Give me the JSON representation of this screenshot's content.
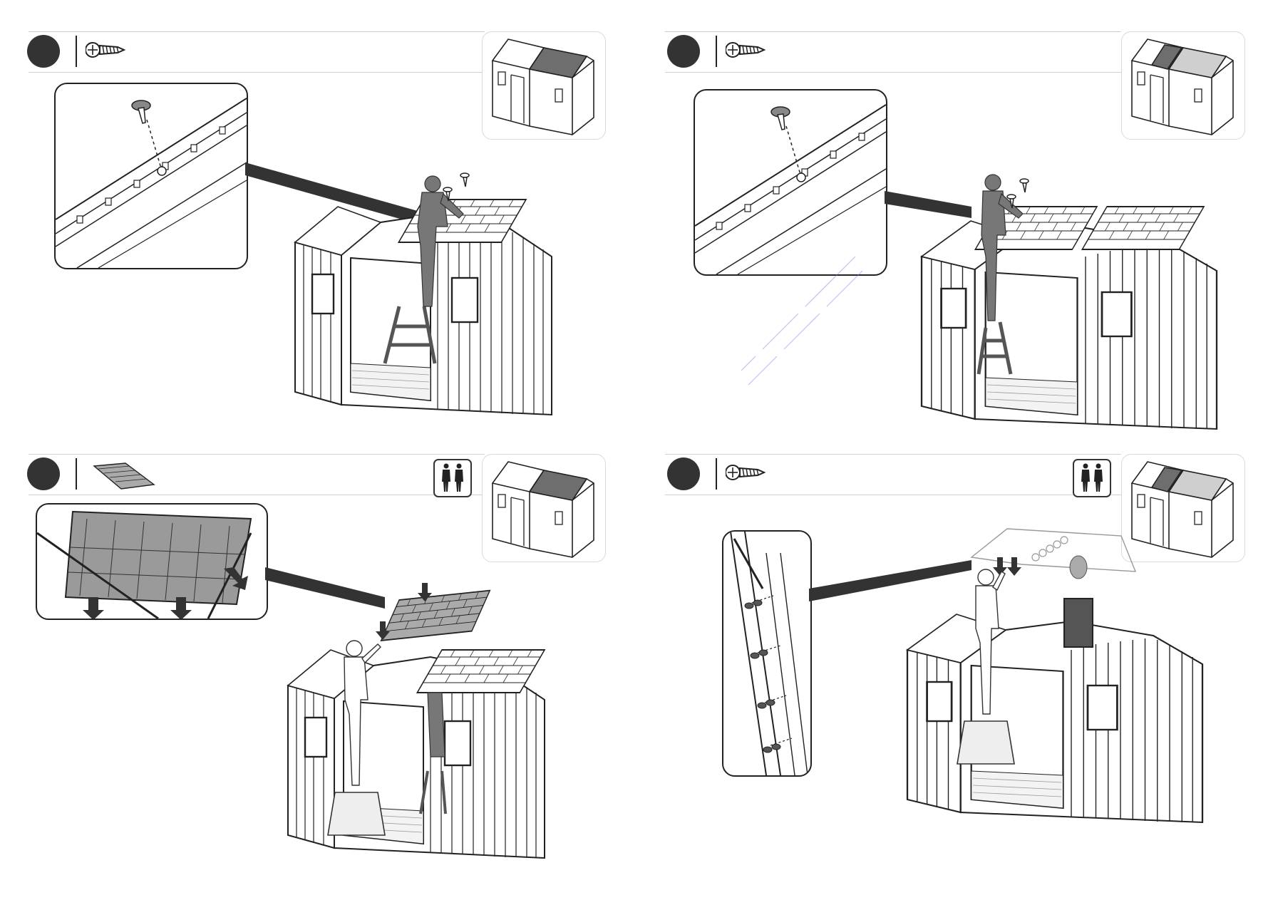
{
  "steps": [
    {
      "id": "step-top-left",
      "part_icon": "screw-icon",
      "target_section": "right-roof-panel",
      "people_required": 0
    },
    {
      "id": "step-top-right",
      "part_icon": "screw-icon",
      "target_section": "center-roof-panel",
      "people_required": 0
    },
    {
      "id": "step-bottom-left",
      "part_icon": "roof-panel-icon",
      "target_section": "right-roof-panel",
      "people_required": 2
    },
    {
      "id": "step-bottom-right",
      "part_icon": "screw-icon",
      "target_section": "center-roof-panel",
      "people_required": 2
    }
  ],
  "colors": {
    "badge": "#333333",
    "ink": "#222222",
    "highlight": "#6e6e6e",
    "highlight_light": "#cfcfcf",
    "person": "#777777",
    "watermark": "#7b6fe0"
  },
  "watermark_text": ""
}
